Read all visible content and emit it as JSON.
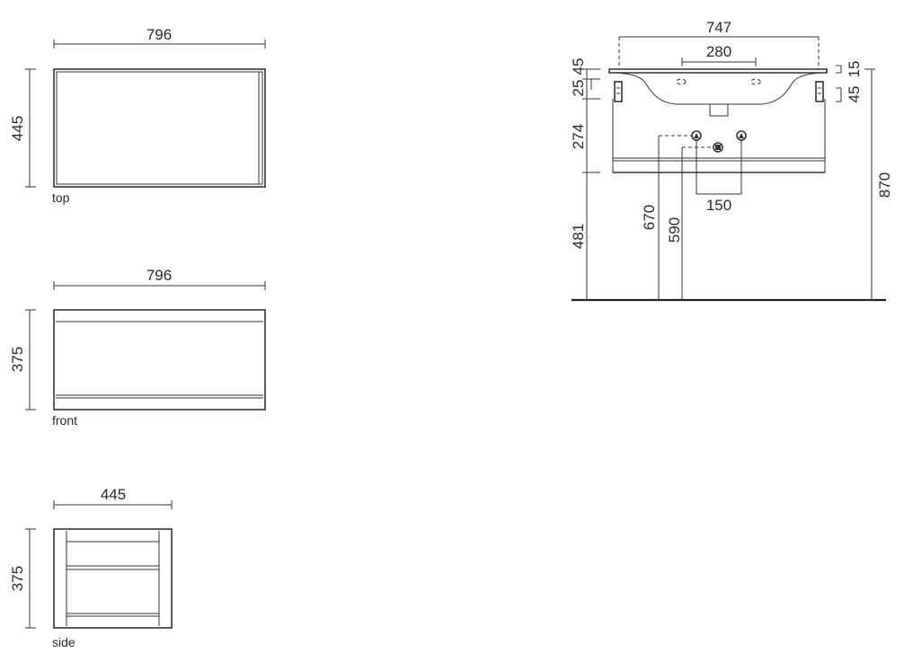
{
  "views": {
    "top": {
      "caption": "top",
      "width": "796",
      "depth": "445"
    },
    "front": {
      "caption": "front",
      "width": "796",
      "height": "375"
    },
    "side": {
      "caption": "side",
      "depth": "445",
      "height": "375"
    }
  },
  "elevation": {
    "overall_width": "747",
    "tap_spacing": "280",
    "top_thickness": "45",
    "top_gap": "25",
    "cabinet_height": "274",
    "floor_clearance": "481",
    "overall_height": "870",
    "rim": "15",
    "bracket": "45",
    "supply_height": "670",
    "waste_height": "590",
    "supply_spacing": "150"
  }
}
